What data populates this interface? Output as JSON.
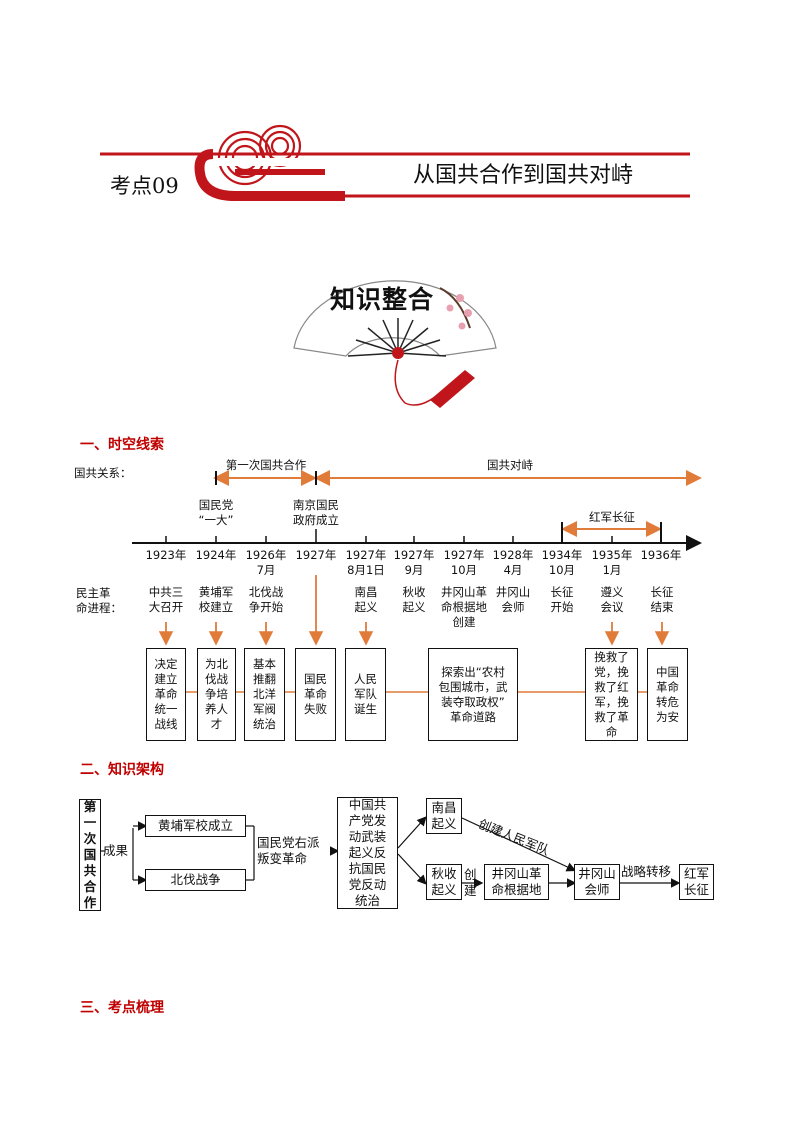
{
  "header": {
    "label": "考点09",
    "title": "从国共合作到国共对峙"
  },
  "badge": {
    "text": "知识整合"
  },
  "sections": {
    "s1": "一、时空线索",
    "s2": "二、知识架构",
    "s3": "三、考点梳理"
  },
  "timeline": {
    "relation_label": "国共关系：",
    "cooperation": "第一次国共合作",
    "confrontation": "国共对峙",
    "long_march": "红军长征",
    "above": [
      "国民党\n“一大”",
      "南京国民\n政府成立"
    ],
    "years": [
      "1923年",
      "1924年",
      "1926年\n7月",
      "1927年",
      "1927年\n8月1日",
      "1927年\n9月",
      "1927年\n10月",
      "1928年\n4月",
      "1934年\n10月",
      "1935年\n1月",
      "1936年"
    ],
    "process_label": "民主革\n命进程：",
    "events": [
      "中共三\n大召开",
      "黄埔军\n校建立",
      "北伐战\n争开始",
      "南昌\n起义",
      "秋收\n起义",
      "井冈山革\n命根据地\n创建",
      "井冈山\n会师",
      "长征\n开始",
      "遵义\n会议",
      "长征\n结束"
    ],
    "results": [
      "决定\n建立\n革命\n统一\n战线",
      "为北\n伐战\n争培\n养人\n才",
      "基本\n推翻\n北洋\n军阀\n统治",
      "国民\n革命\n失败",
      "人民\n军队\n诞生",
      "探索出“农村\n包围城市，武\n装夺取政权”\n革命道路",
      "挽救了\n党，挽\n救了红\n军，挽\n救了革\n命",
      "中国\n革命\n转危\n为安"
    ]
  },
  "framework": {
    "root": "第\n一\n次\n国\n共\n合\n作",
    "result_label": "成果",
    "huangpu": "黄埔军校成立",
    "beifa": "北伐战争",
    "betrayal": "国民党右派\n叛变革命",
    "armed": "中国共\n产党发\n动武装\n起义反\n抗国民\n党反动\n统治",
    "nanchang": "南昌\n起义",
    "create_army": "创建人民军队",
    "qiushou": "秋收\n起义",
    "create_label": "创\n建",
    "jgs_base": "井冈山革\n命根据地",
    "jgs_meet": "井冈山\n会师",
    "transfer": "战略转移",
    "long_march": "红军\n长征"
  },
  "colors": {
    "accent": "#c00000",
    "arrow": "#e07b39"
  }
}
